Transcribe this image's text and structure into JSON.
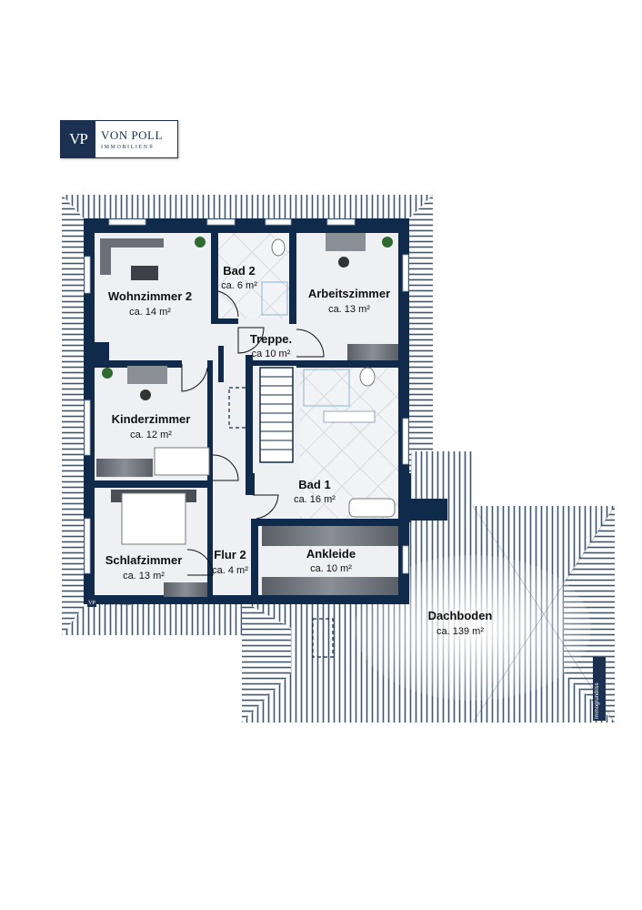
{
  "logo": {
    "mark": "VP",
    "name": "VON POLL",
    "sub": "IMMOBILIEN®"
  },
  "watermark": {
    "mark": "VP",
    "name": "VON POLL"
  },
  "credit": "Immogrundriss",
  "rooms": {
    "wohnzimmer": {
      "name": "Wohnzimmer 2",
      "area": "ca. 14 m²"
    },
    "bad2": {
      "name": "Bad 2",
      "area": "ca. 6 m²"
    },
    "arbeitszimmer": {
      "name": "Arbeitszimmer",
      "area": "ca. 13 m²"
    },
    "treppe": {
      "name": "Treppe.",
      "area": "ca 10 m²"
    },
    "kinderzimmer": {
      "name": "Kinderzimmer",
      "area": "ca. 12 m²"
    },
    "bad1": {
      "name": "Bad 1",
      "area": "ca. 16 m²"
    },
    "schlafzimmer": {
      "name": "Schlafzimmer",
      "area": "ca. 13 m²"
    },
    "flur2": {
      "name": "Flur 2",
      "area": "ca. 4 m²"
    },
    "ankleide": {
      "name": "Ankleide",
      "area": "ca. 10 m²"
    },
    "dachboden": {
      "name": "Dachboden",
      "area": "ca. 139 m²"
    }
  },
  "colors": {
    "wall": "#0f2a4a",
    "floor": "#eef0f4",
    "roof": "#3b5675",
    "brand": "#1c3152"
  }
}
